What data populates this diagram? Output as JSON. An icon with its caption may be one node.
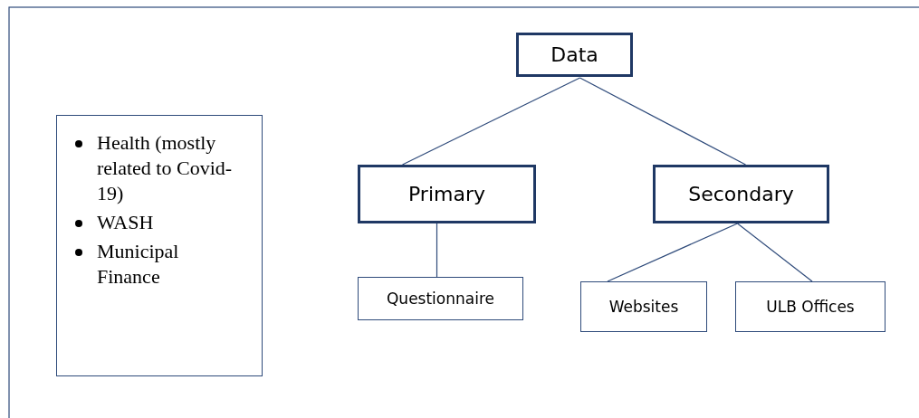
{
  "diagram": {
    "nodes": [
      {
        "text": [
          "Data"
        ]
      },
      {
        "text": [
          "Primary"
        ]
      },
      {
        "text": [
          "Secondary"
        ]
      },
      {
        "text": [
          "Questionnaire"
        ]
      },
      {
        "text": [
          "Websites"
        ]
      },
      {
        "text": [
          "ULB Offices"
        ]
      },
      {
        "text": [
          "Health (mostly related to Covid-19)",
          "WASH",
          "Municipal Finance"
        ]
      }
    ],
    "edges": [
      {
        "from": 0,
        "to": 1,
        "arrow": "none"
      },
      {
        "from": 0,
        "to": 2,
        "arrow": "none"
      },
      {
        "from": 1,
        "to": 3,
        "arrow": "none"
      },
      {
        "from": 2,
        "to": 4,
        "arrow": "none"
      },
      {
        "from": 2,
        "to": 5,
        "arrow": "none"
      }
    ]
  }
}
